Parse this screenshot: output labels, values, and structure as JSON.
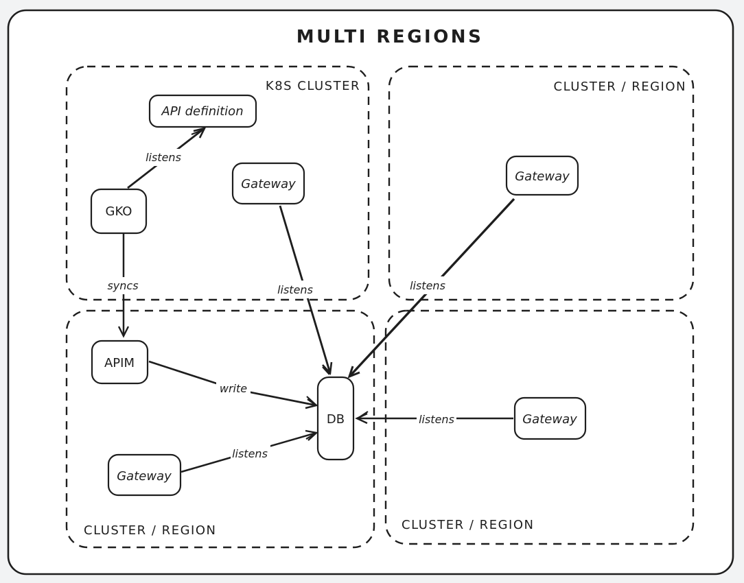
{
  "title": "MULTI REGIONS",
  "clusters": {
    "k8s": {
      "label": "K8S CLUSTER"
    },
    "ne": {
      "label": "CLUSTER / REGION"
    },
    "sw": {
      "label": "CLUSTER / REGION"
    },
    "se": {
      "label": "CLUSTER / REGION"
    }
  },
  "nodes": {
    "api_definition": {
      "label": "API definition"
    },
    "gko": {
      "label": "GKO"
    },
    "gateway_k8s": {
      "label": "Gateway"
    },
    "gateway_ne": {
      "label": "Gateway"
    },
    "apim": {
      "label": "APIM"
    },
    "gateway_sw": {
      "label": "Gateway"
    },
    "gateway_se": {
      "label": "Gateway"
    },
    "db": {
      "label": "DB"
    }
  },
  "edges": {
    "gko_api": {
      "label": "listens",
      "from": "GKO",
      "to": "API definition"
    },
    "gko_apim": {
      "label": "syncs",
      "from": "GKO",
      "to": "APIM"
    },
    "gateway_k8s_db": {
      "label": "listens",
      "from": "Gateway (K8S cluster)",
      "to": "DB"
    },
    "gateway_ne_db": {
      "label": "listens",
      "from": "Gateway (top-right region)",
      "to": "DB"
    },
    "apim_db": {
      "label": "write",
      "from": "APIM",
      "to": "DB"
    },
    "gateway_sw_db": {
      "label": "listens",
      "from": "Gateway (bottom-left region)",
      "to": "DB"
    },
    "gateway_se_db": {
      "label": "listens",
      "from": "Gateway (bottom-right region)",
      "to": "DB"
    }
  },
  "colors": {
    "stroke": "#1e1e1e",
    "node_fill": "#ffffff",
    "api_definition_fill": "#a5d8ff",
    "canvas": "#ffffff"
  }
}
